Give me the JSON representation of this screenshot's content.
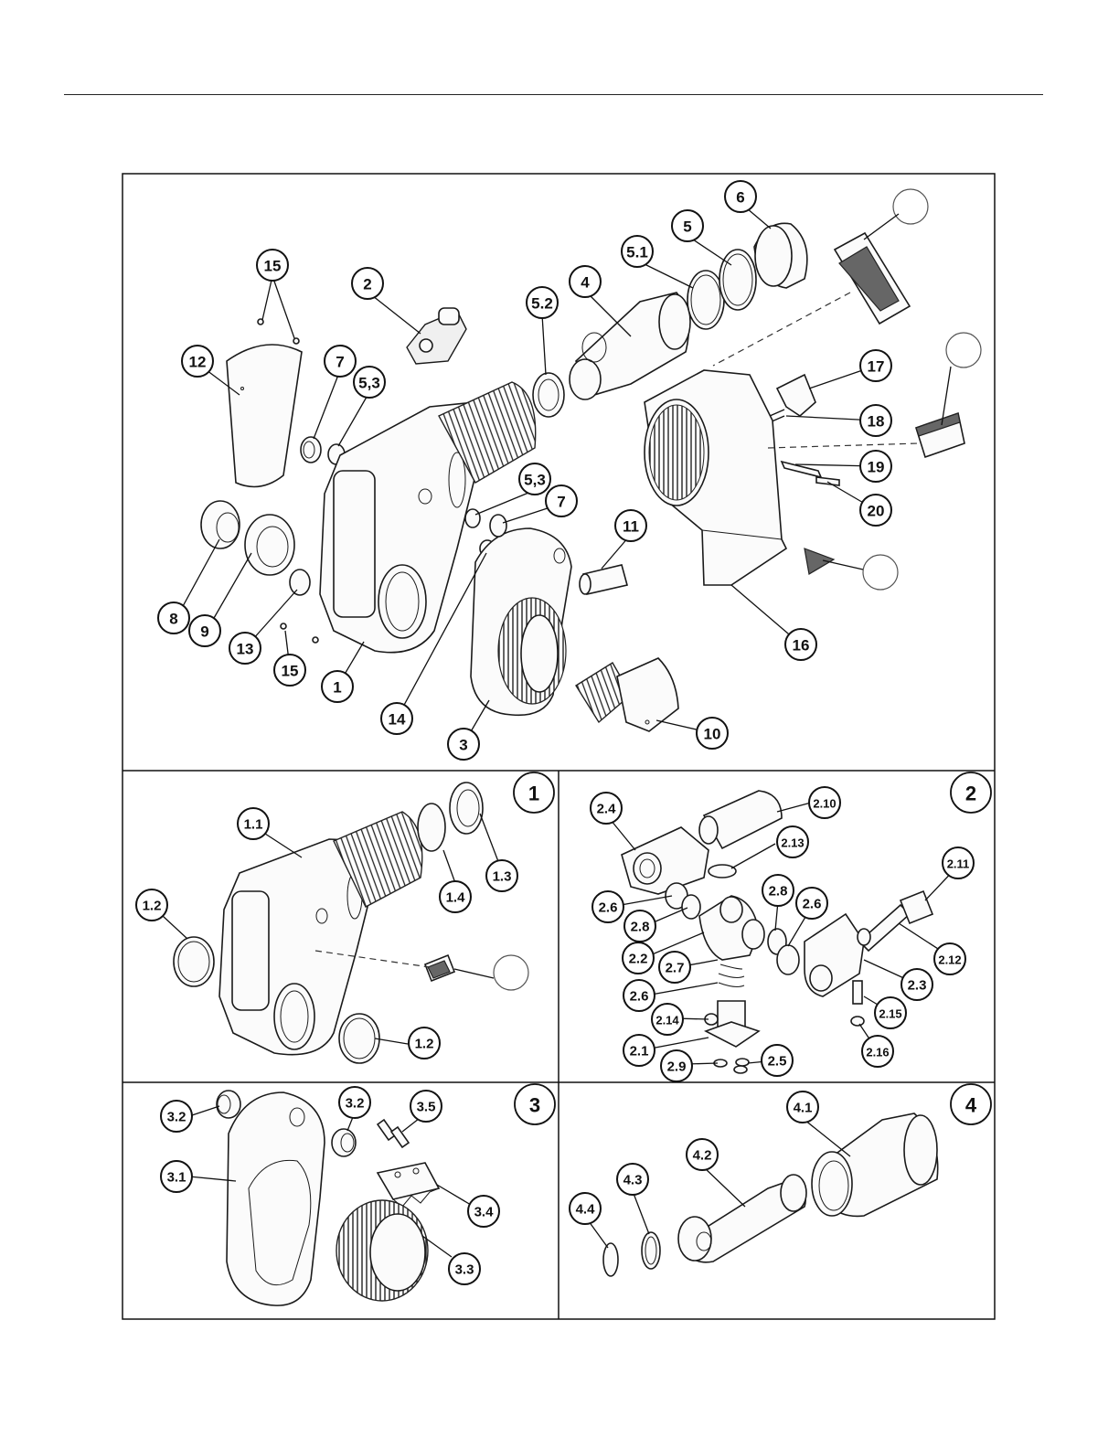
{
  "diagram": {
    "main_labels": [
      "15",
      "2",
      "12",
      "7",
      "5,3",
      "5.2",
      "4",
      "5.1",
      "5",
      "6",
      "17",
      "18",
      "19",
      "20",
      "5,3",
      "7",
      "11",
      "8",
      "9",
      "13",
      "15",
      "1",
      "14",
      "3",
      "10",
      "16"
    ],
    "panel1": {
      "corner": "1",
      "labels": [
        "1.1",
        "1.2",
        "1.4",
        "1.3",
        "1.2"
      ]
    },
    "panel2": {
      "corner": "2",
      "labels": [
        "2.4",
        "2.10",
        "2.13",
        "2.11",
        "2.6",
        "2.8",
        "2.8",
        "2.6",
        "2.2",
        "2.7",
        "2.12",
        "2.6",
        "2.3",
        "2.14",
        "2.15",
        "2.1",
        "2.9",
        "2.5",
        "2.16"
      ]
    },
    "panel3": {
      "corner": "3",
      "labels": [
        "3.2",
        "3.2",
        "3.5",
        "3.1",
        "3.4",
        "3.3"
      ]
    },
    "panel4": {
      "corner": "4",
      "labels": [
        "4.1",
        "4.2",
        "4.3",
        "4.4"
      ]
    }
  }
}
